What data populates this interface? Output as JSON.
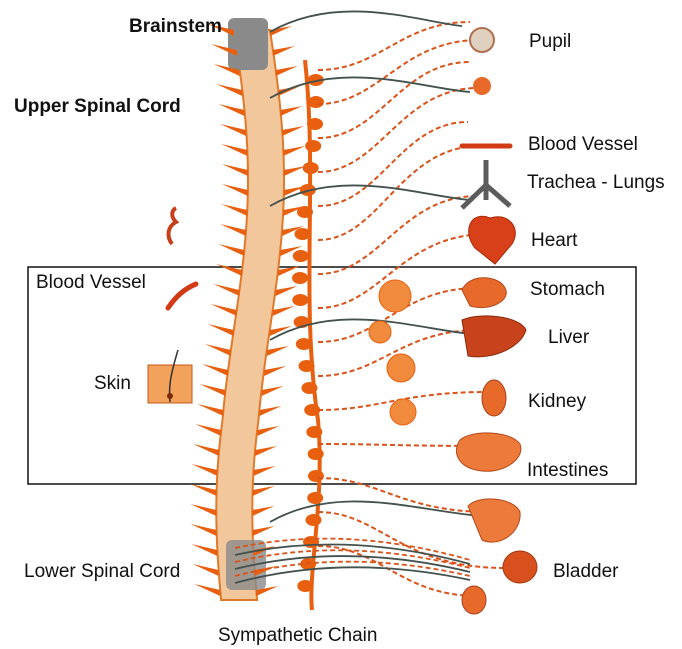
{
  "labels": {
    "brainstem": "Brainstem",
    "upper_spinal_cord": "Upper Spinal Cord",
    "blood_vessel_left": "Blood Vessel",
    "skin": "Skin",
    "lower_spinal_cord": "Lower Spinal Cord",
    "sympathetic_chain": "Sympathetic Chain",
    "pupil": "Pupil",
    "blood_vessel_right": "Blood Vessel",
    "trachea_lungs": "Trachea - Lungs",
    "heart": "Heart",
    "stomach": "Stomach",
    "liver": "Liver",
    "kidney": "Kidney",
    "intestines": "Intestines",
    "bladder": "Bladder"
  },
  "colors": {
    "nerve_orange": "#e8600f",
    "nerve_dashed": "#d9531a",
    "cord_gray": "#8a8a8a",
    "organ_fill": "#e86a2a",
    "gray_fiber": "#44524f"
  }
}
